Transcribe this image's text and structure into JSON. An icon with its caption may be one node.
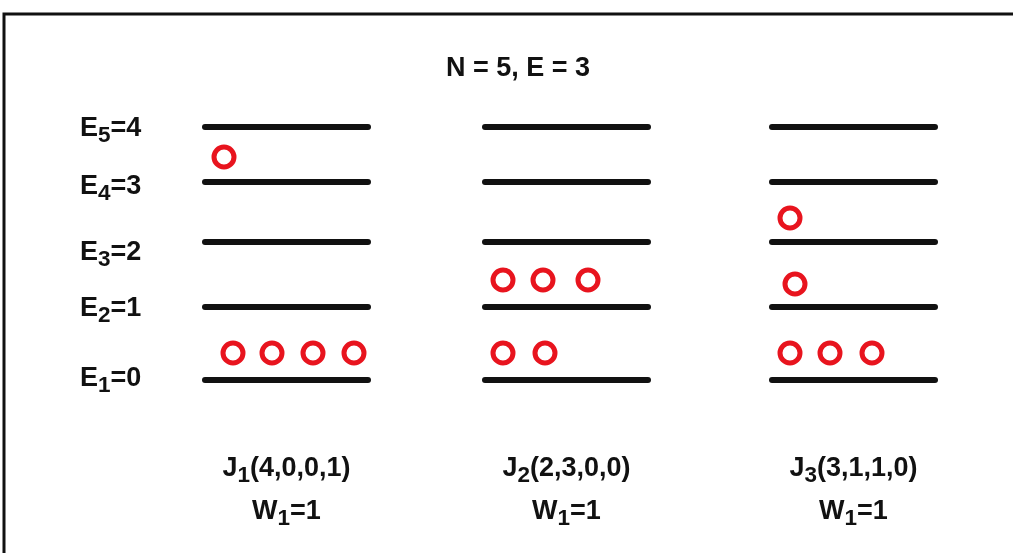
{
  "diagram": {
    "title": "N = 5, E = 3",
    "labels": [
      "E$_{5}$=4",
      "E$_{4}$=3",
      "E$_{3}$=2",
      "E$_{2}$=1",
      "E$_{1}$=0",
      "J$_{1}$(4,0,0,1)",
      "J$_{2}$(2,3,0,0)",
      "J$_{3}$(3,1,1,0)",
      "W$_{1}$=1",
      "W$_{1}$=1",
      "W$_{1}$=1"
    ]
  }
}
